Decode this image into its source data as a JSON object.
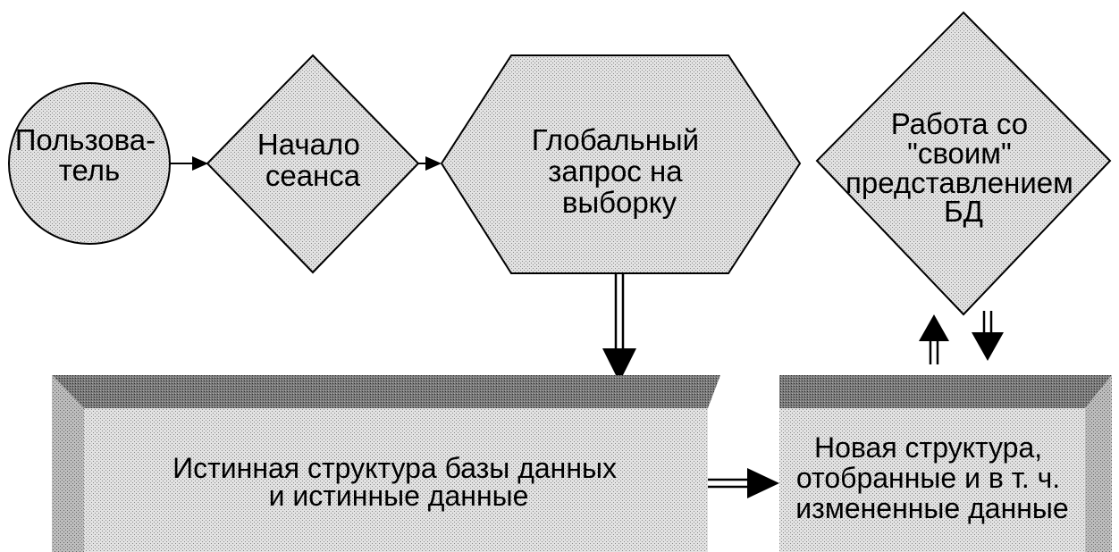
{
  "nodes": {
    "user": {
      "lines": [
        "Пользова-",
        "тель"
      ]
    },
    "session_start": {
      "lines": [
        "Начало",
        "сеанса"
      ]
    },
    "global_query": {
      "lines": [
        "Глобальный",
        "запрос на",
        "выборку"
      ]
    },
    "own_view": {
      "lines": [
        "Работа со",
        "\"своим\"",
        "представлением",
        "БД"
      ]
    },
    "true_db": {
      "lines": [
        "Истинная структура базы данных",
        "и истинные данные"
      ]
    },
    "new_structure": {
      "lines": [
        "Новая структура,",
        "отобранные и в т. ч.",
        "измененные данные"
      ]
    }
  },
  "colors": {
    "stroke": "#000000",
    "fill": "#d8d8d8",
    "dots": "#9a9a9a",
    "box_top": "#6f6f6f"
  }
}
